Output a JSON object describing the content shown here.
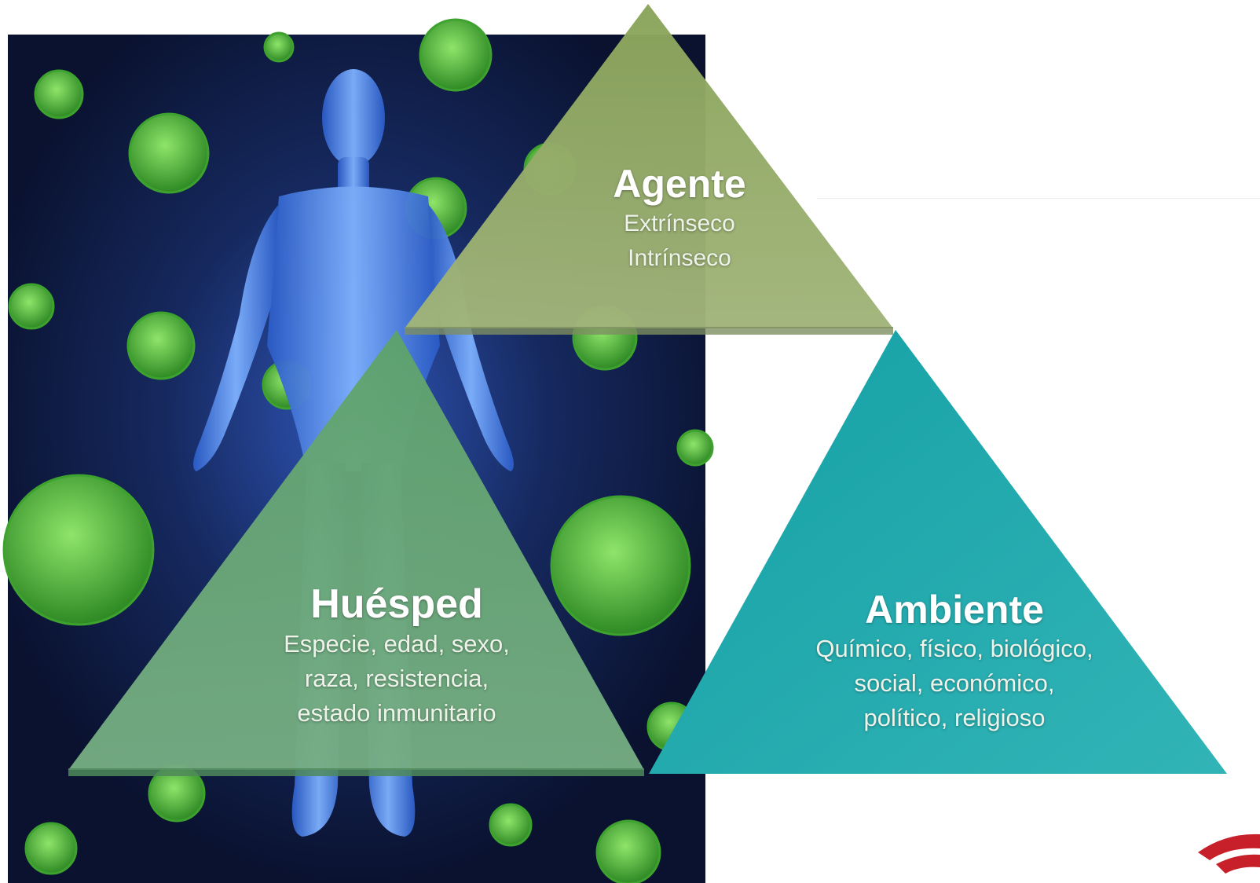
{
  "triangles": {
    "agente": {
      "title": "Agente",
      "lines": [
        "Extrínseco",
        "Intrínseco"
      ]
    },
    "huesped": {
      "title": "Huésped",
      "lines": [
        "Especie, edad, sexo,",
        "raza, resistencia,",
        "estado inmunitario"
      ]
    },
    "ambiente": {
      "title": "Ambiente",
      "lines": [
        "Químico, físico, biológico,",
        "social, económico,",
        "político, religioso"
      ]
    }
  },
  "colors": {
    "agente": "#98ad6e",
    "huesped": "#6aaa77",
    "ambiente": "#22a7a9",
    "background_panel": "#0e1a3e",
    "virus": "#5fc23f",
    "figure": "#3f7ee0"
  },
  "images": {
    "background": "human-figure-with-virus-particles",
    "corner_logo": "red-logo-fragment"
  }
}
